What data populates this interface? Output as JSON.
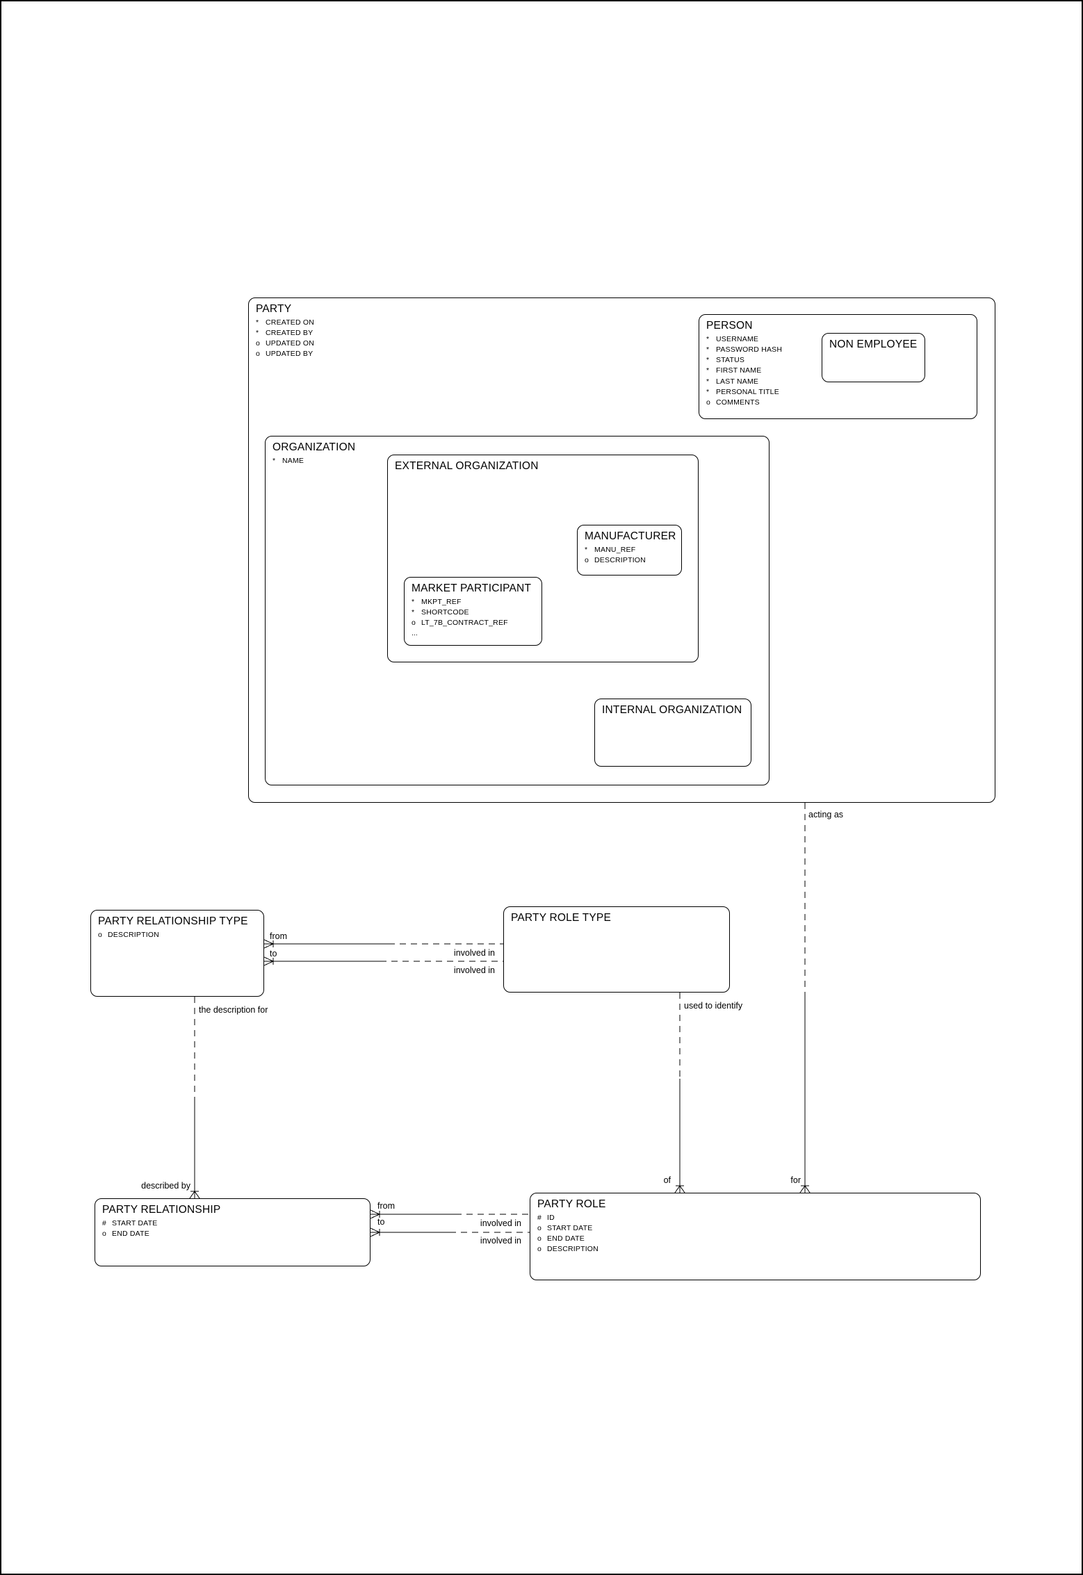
{
  "entities": {
    "party": {
      "title": "PARTY",
      "attrs": [
        {
          "p": "*",
          "n": "CREATED ON"
        },
        {
          "p": "*",
          "n": "CREATED BY"
        },
        {
          "p": "o",
          "n": "UPDATED ON"
        },
        {
          "p": "o",
          "n": "UPDATED BY"
        }
      ]
    },
    "person": {
      "title": "PERSON",
      "attrs": [
        {
          "p": "*",
          "n": "USERNAME"
        },
        {
          "p": "*",
          "n": "PASSWORD HASH"
        },
        {
          "p": "*",
          "n": "STATUS"
        },
        {
          "p": "*",
          "n": "FIRST NAME"
        },
        {
          "p": "*",
          "n": "LAST NAME"
        },
        {
          "p": "*",
          "n": "PERSONAL TITLE"
        },
        {
          "p": "o",
          "n": "COMMENTS"
        }
      ]
    },
    "non_employee": {
      "title": "NON EMPLOYEE",
      "attrs": []
    },
    "organization": {
      "title": "ORGANIZATION",
      "attrs": [
        {
          "p": "*",
          "n": "NAME"
        }
      ]
    },
    "external_organization": {
      "title": "EXTERNAL ORGANIZATION",
      "attrs": []
    },
    "manufacturer": {
      "title": "MANUFACTURER",
      "attrs": [
        {
          "p": "*",
          "n": "MANU_REF"
        },
        {
          "p": "o",
          "n": "DESCRIPTION"
        }
      ]
    },
    "market_participant": {
      "title": "MARKET PARTICIPANT",
      "attrs": [
        {
          "p": "*",
          "n": "MKPT_REF"
        },
        {
          "p": "*",
          "n": "SHORTCODE"
        },
        {
          "p": "o",
          "n": "LT_7B_CONTRACT_REF"
        },
        {
          "p": "...",
          "n": ""
        }
      ]
    },
    "internal_organization": {
      "title": "INTERNAL ORGANIZATION",
      "attrs": []
    },
    "party_relationship_type": {
      "title": "PARTY RELATIONSHIP TYPE",
      "attrs": [
        {
          "p": "o",
          "n": "DESCRIPTION"
        }
      ]
    },
    "party_role_type": {
      "title": "PARTY ROLE TYPE",
      "attrs": []
    },
    "party_relationship": {
      "title": "PARTY RELATIONSHIP",
      "attrs": [
        {
          "p": "#",
          "n": "START DATE"
        },
        {
          "p": "o",
          "n": "END DATE"
        }
      ]
    },
    "party_role": {
      "title": "PARTY ROLE",
      "attrs": [
        {
          "p": "#",
          "n": "ID"
        },
        {
          "p": "o",
          "n": "START DATE"
        },
        {
          "p": "o",
          "n": "END DATE"
        },
        {
          "p": "o",
          "n": "DESCRIPTION"
        }
      ]
    }
  },
  "relationships": {
    "acting_as": "acting as",
    "for_label": "for",
    "of_label": "of",
    "used_to_identify": "used to identify",
    "the_description_for": "the description for",
    "described_by": "described by",
    "prt_from": "from",
    "prt_to": "to",
    "prt_involved_in_1": "involved in",
    "prt_involved_in_2": "involved in",
    "prel_from": "from",
    "prel_to": "to",
    "prel_involved_in_1": "involved in",
    "prel_involved_in_2": "involved in"
  },
  "colors": {
    "line": "#000000",
    "background": "#ffffff"
  }
}
